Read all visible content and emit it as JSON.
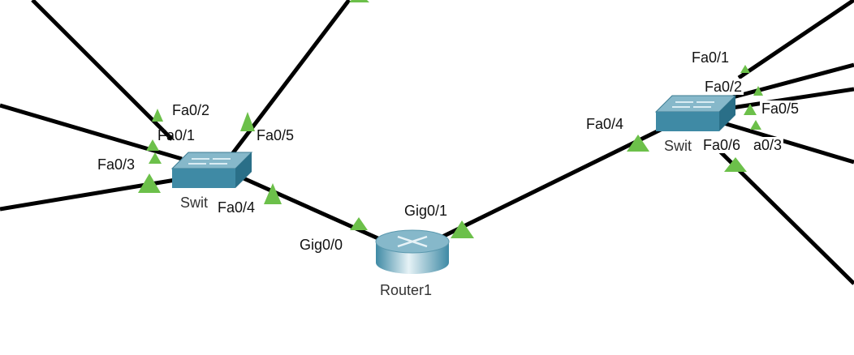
{
  "colors": {
    "link": "#000000",
    "port_up": "#6cc04a",
    "switch_top": "#7fb3c6",
    "switch_side": "#2f7f99",
    "router_body": "#6aa8bf"
  },
  "devices": {
    "switch_left": {
      "label": "Swit",
      "icon": "switch-icon"
    },
    "switch_right": {
      "label": "Swit",
      "icon": "switch-icon"
    },
    "router": {
      "label": "Router1",
      "icon": "router-icon"
    }
  },
  "ports": {
    "left_fa0_2": "Fa0/2",
    "left_fa0_1": "Fa0/1",
    "left_fa0_3": "Fa0/3",
    "left_fa0_5": "Fa0/5",
    "left_fa0_4": "Fa0/4",
    "router_gig0_0": "Gig0/0",
    "router_gig0_1": "Gig0/1",
    "right_fa0_4": "Fa0/4",
    "right_fa0_1": "Fa0/1",
    "right_fa0_2": "Fa0/2",
    "right_fa0_5": "Fa0/5",
    "right_fa0_6": "Fa0/6",
    "right_fa0_3": "a0/3"
  }
}
